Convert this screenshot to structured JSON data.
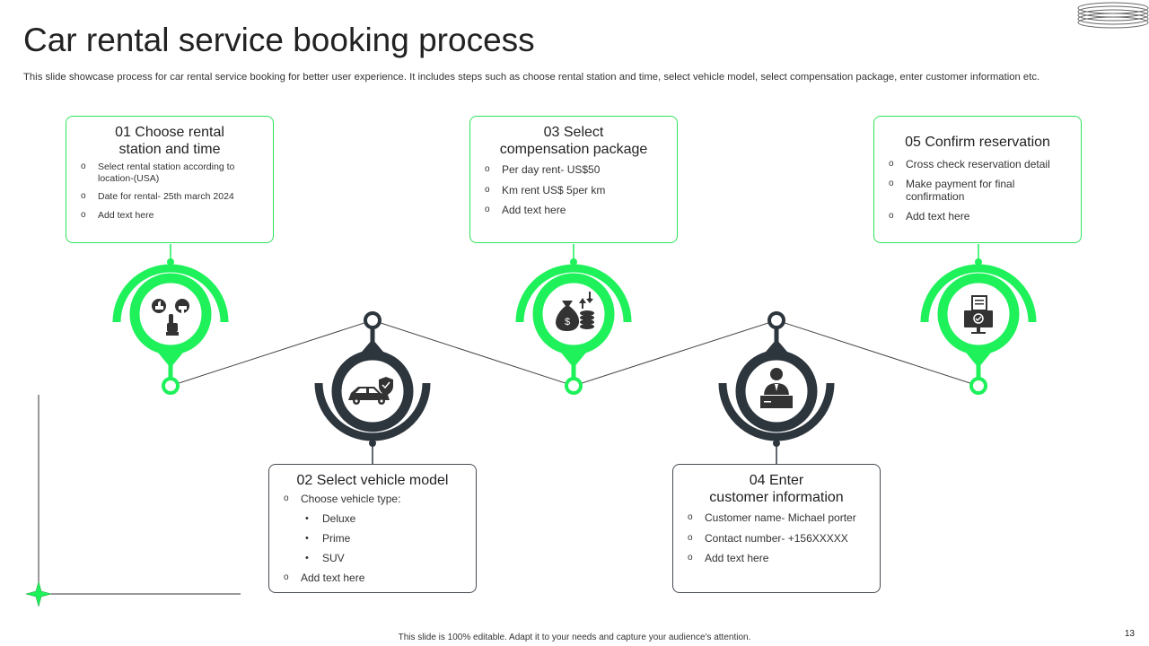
{
  "title": "Car rental service booking process",
  "subtitle": "This slide showcase process for car rental service booking for better user experience. It includes steps such as choose rental station and time, select vehicle model, select compensation package, enter customer information etc.",
  "footer": "This slide is 100% editable. Adapt it to your needs and capture your audience's attention.",
  "page_number": "13",
  "colors": {
    "green": "#1ef15a",
    "dark": "#2d353d",
    "line": "#444444",
    "text": "#222222"
  },
  "steps": [
    {
      "title_line1": "01 Choose rental",
      "title_line2": "station and time",
      "icon": "thumbs-up-down-hand-icon",
      "items": [
        "Select rental station according to location-(USA)",
        "Date  for rental- 25th march 2024",
        "Add text here"
      ]
    },
    {
      "title": "02 Select vehicle model",
      "icon": "car-shield-icon",
      "items": [
        "Choose vehicle type:"
      ],
      "subitems": [
        "Deluxe",
        "Prime",
        "SUV"
      ],
      "last_item": "Add text here"
    },
    {
      "title_line1": "03 Select",
      "title_line2": "compensation package",
      "icon": "money-bag-coins-icon",
      "items": [
        "Per day rent- US$50",
        "Km rent US$ 5per km",
        "Add text here"
      ]
    },
    {
      "title_line1": "04 Enter",
      "title_line2": "customer information",
      "icon": "customer-desk-icon",
      "items": [
        "Customer name- Michael porter",
        "Contact number- +156XXXXX",
        "Add text here"
      ]
    },
    {
      "title": "05 Confirm reservation",
      "icon": "reservation-monitor-icon",
      "items": [
        "Cross check reservation detail",
        "Make payment for final confirmation",
        "Add text here"
      ]
    }
  ]
}
